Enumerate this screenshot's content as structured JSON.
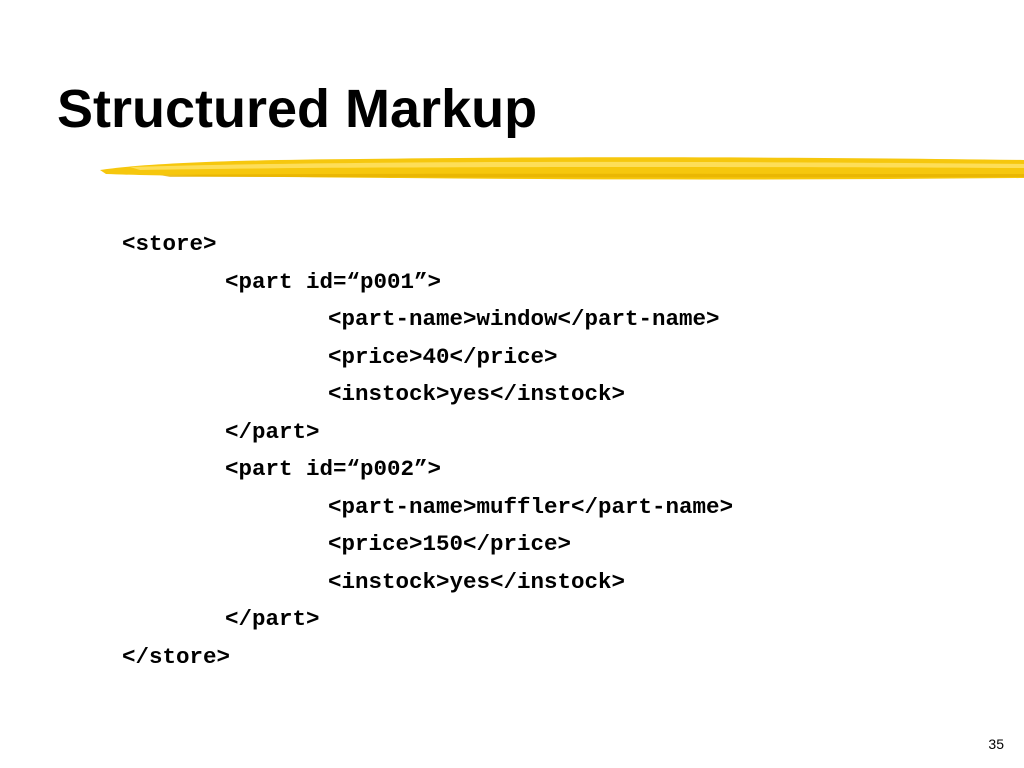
{
  "slide": {
    "title": "Structured Markup",
    "accent_color": "#F5C400",
    "page_number": "35"
  },
  "code": {
    "lines": [
      "<store>",
      "<part id=“p001”>",
      "<part-name>window</part-name>",
      "<price>40</price>",
      "<instock>yes</instock>",
      "</part>",
      "<part id=“p002”>",
      "<part-name>muffler</part-name>",
      "<price>150</price>",
      "<instock>yes</instock>",
      "</part>",
      "</store>"
    ]
  }
}
